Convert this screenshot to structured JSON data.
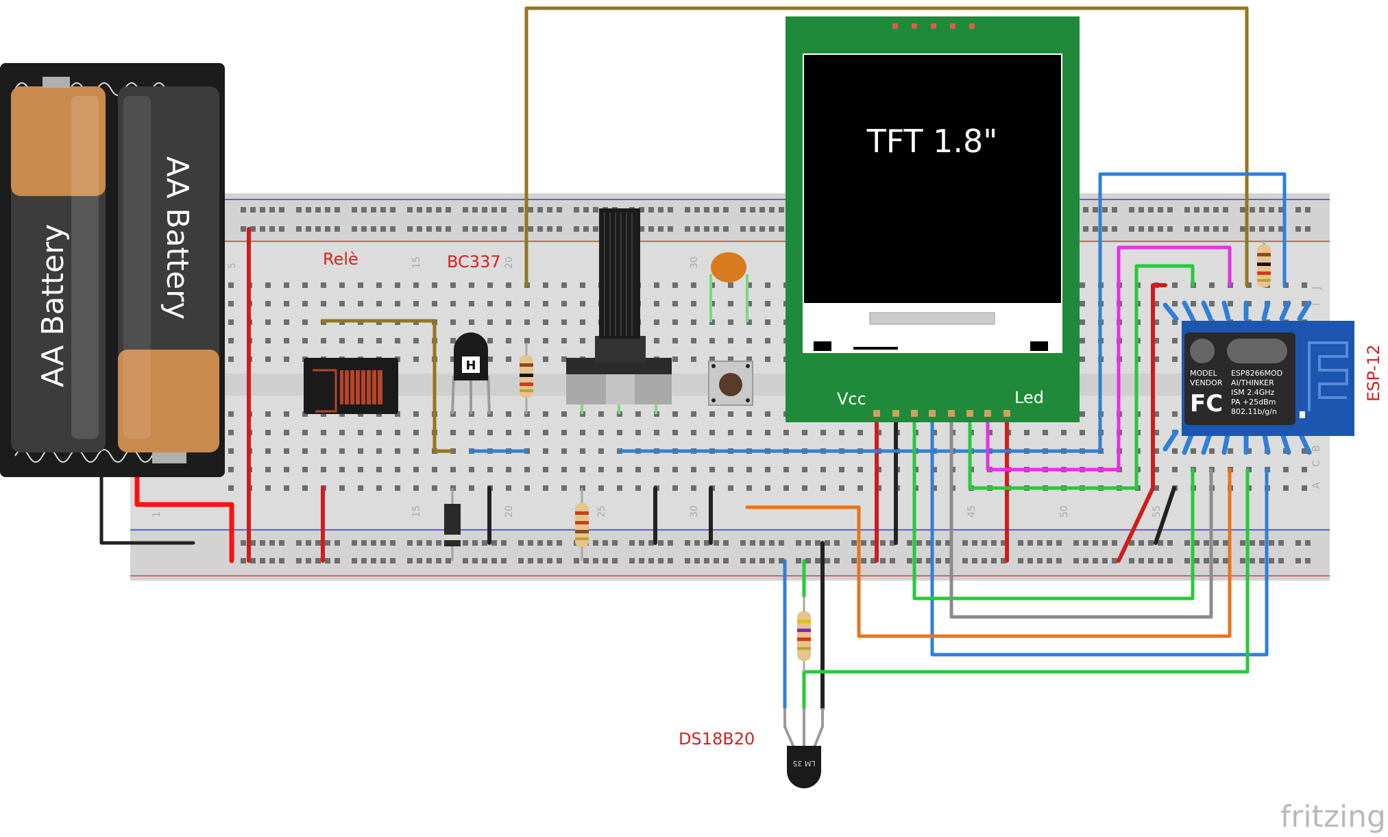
{
  "battery": {
    "label_1": "AA Battery",
    "label_2": "AA Battery"
  },
  "breadboard": {
    "column_numbers": [
      "1",
      "5",
      "15",
      "20",
      "25",
      "30",
      "45",
      "50",
      "55"
    ],
    "row_letters": [
      "J",
      "I",
      "C",
      "B",
      "A"
    ]
  },
  "components": {
    "relay_label": "Relè",
    "transistor_label": "BC337",
    "sensor_label": "DS18B20",
    "sensor_marking": "LM 35",
    "esp_label": "ESP-12"
  },
  "tft": {
    "title": "TFT 1.8\"",
    "vcc_label": "Vcc",
    "led_label": "Led"
  },
  "esp": {
    "model_label": "MODEL",
    "vendor_label": "VENDOR",
    "fc_mark": "FC",
    "model_value": "ESP8266MOD",
    "vendor_value": "AI/THINKER",
    "spec_1": "ISM 2.4GHz",
    "spec_2": "PA +25dBm",
    "spec_3": "802.11b/g/n"
  },
  "watermark": {
    "text": "fritzing"
  },
  "colors": {
    "wire_red": "#d01c1c",
    "wire_black": "#222222",
    "wire_blue": "#2f7fd8",
    "wire_green": "#27c93a",
    "wire_orange": "#e8741c",
    "wire_brown": "#94761e",
    "wire_magenta": "#e431e4",
    "wire_gray": "#8c8c8c",
    "board_green": "#1f8a3a",
    "esp_blue": "#1c56b0",
    "label_red": "#d81f1f"
  }
}
